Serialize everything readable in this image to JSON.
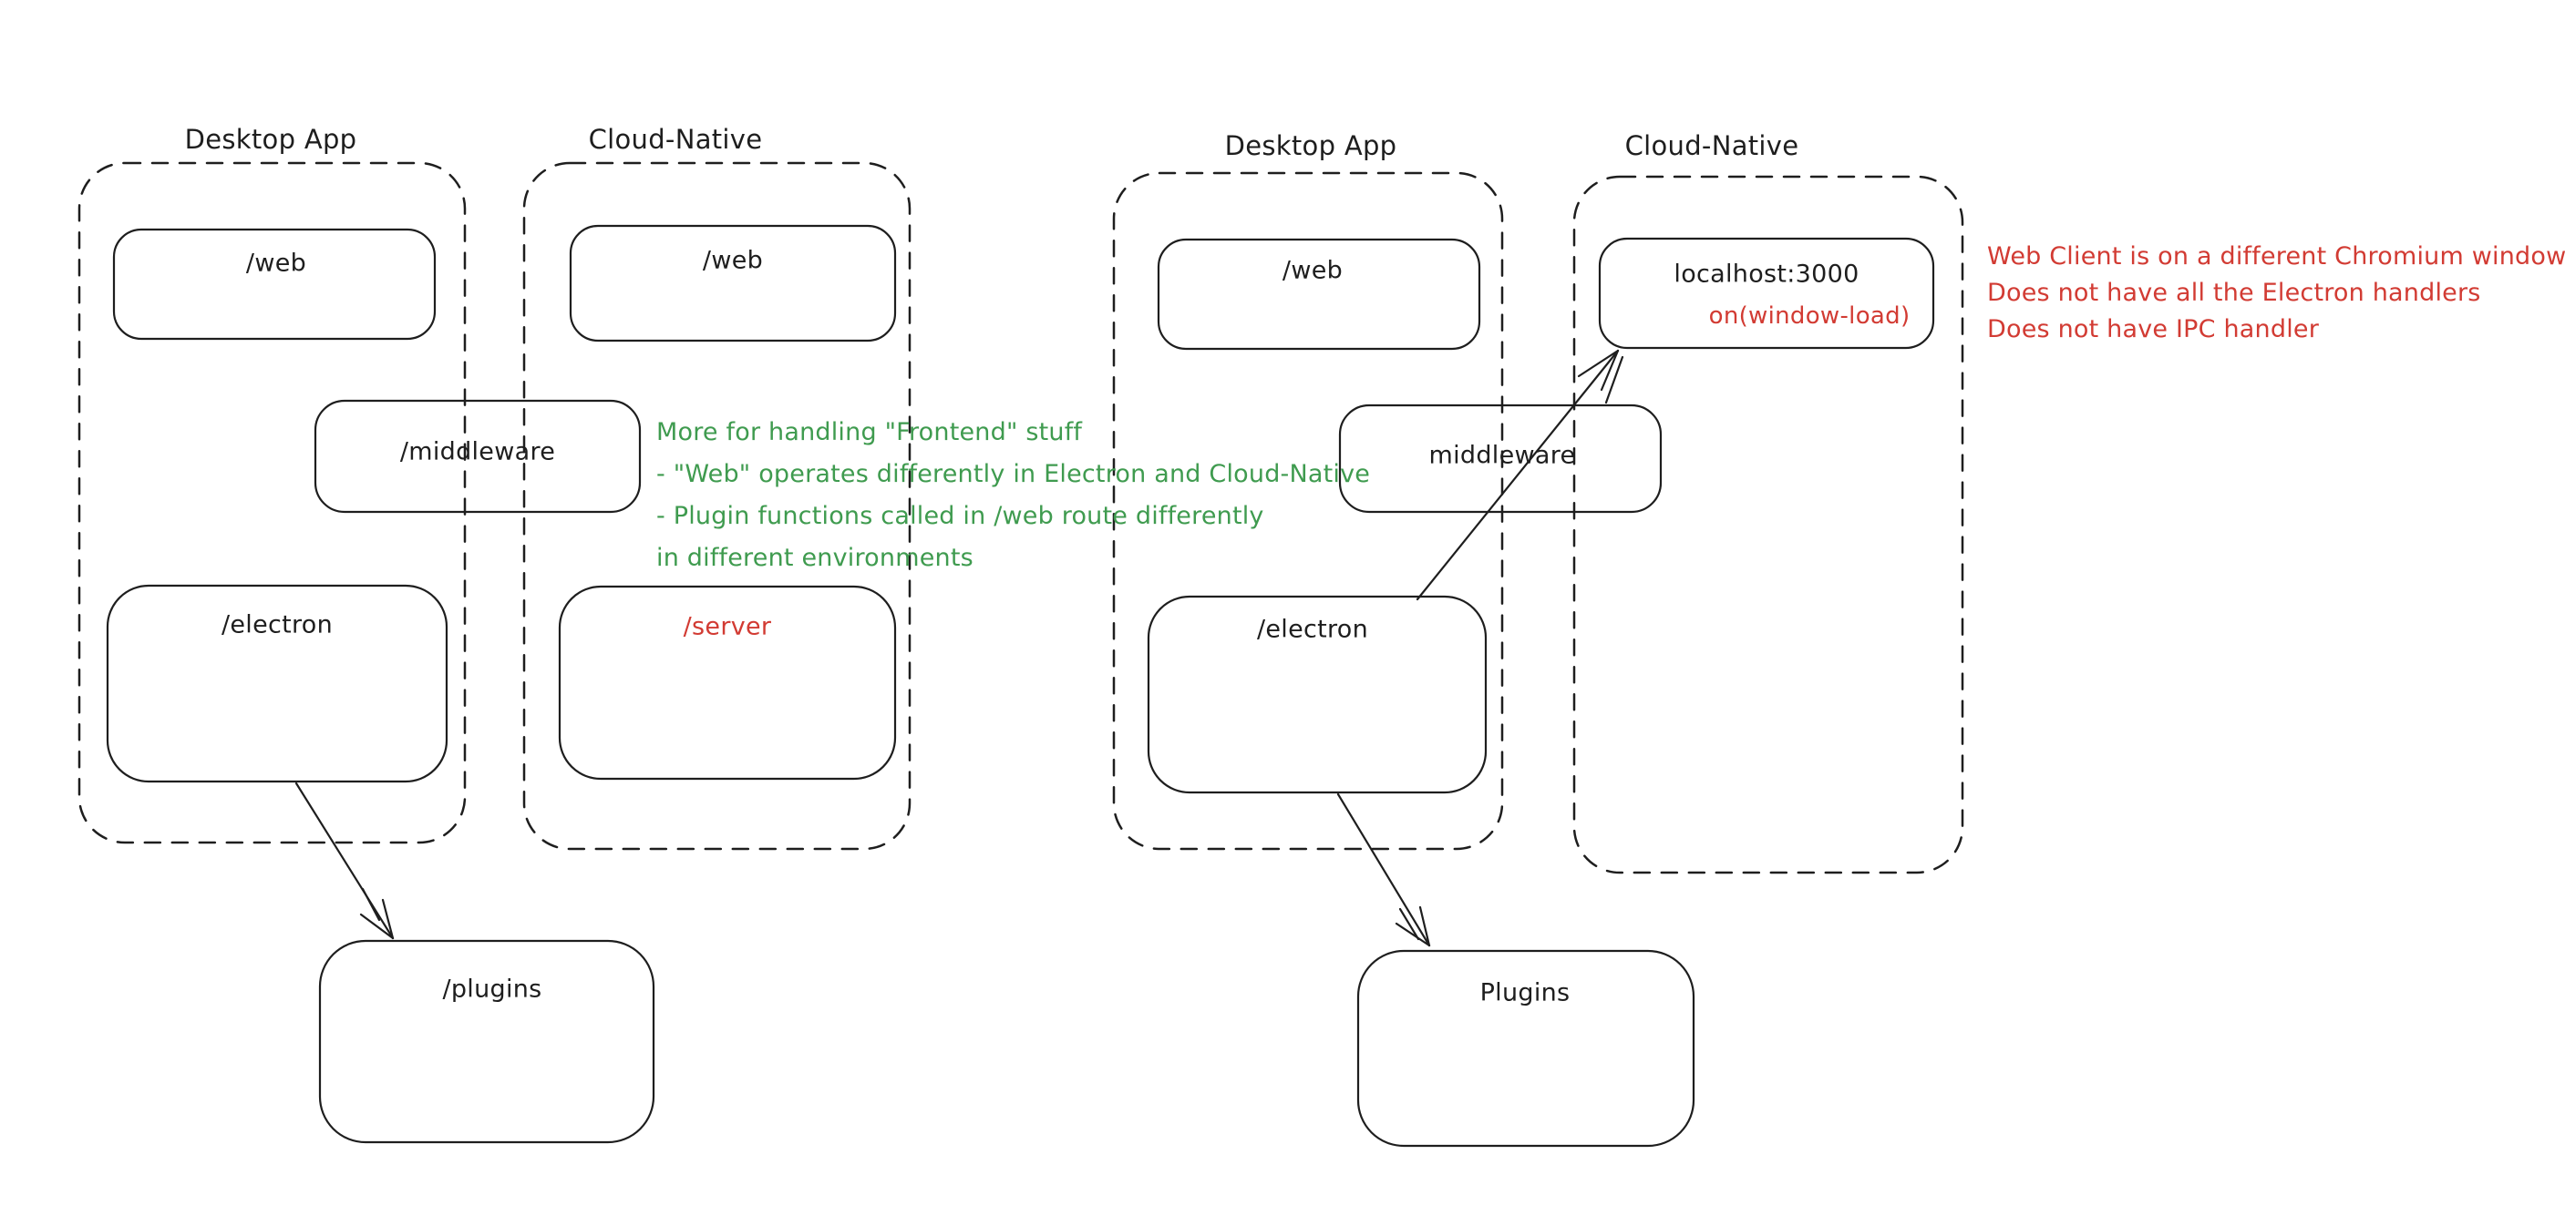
{
  "colors": {
    "stroke": "#1e1e1e",
    "green": "#3f9b4f",
    "red": "#d23b33",
    "background": "#ffffff"
  },
  "left_diagram": {
    "desktop_title": "Desktop App",
    "cloud_title": "Cloud-Native",
    "web_desktop_label": "/web",
    "web_cloud_label": "/web",
    "middleware_label": "/middleware",
    "electron_label": "/electron",
    "server_label": "/server",
    "plugins_label": "/plugins",
    "green_note_lines": [
      "More for handling \"Frontend\" stuff",
      "- \"Web\" operates differently in Electron and Cloud-Native",
      "- Plugin functions called in /web route differently",
      "in different environments"
    ]
  },
  "right_diagram": {
    "desktop_title": "Desktop App",
    "cloud_title": "Cloud-Native",
    "web_label": "/web",
    "localhost_label": "localhost:3000",
    "window_load_label": "on(window-load)",
    "middleware_label": "middleware",
    "electron_label": "/electron",
    "plugins_label": "Plugins",
    "red_note_lines": [
      "Web Client is on a different Chromium window",
      "Does not have all the Electron handlers",
      "Does not have IPC handler"
    ]
  }
}
